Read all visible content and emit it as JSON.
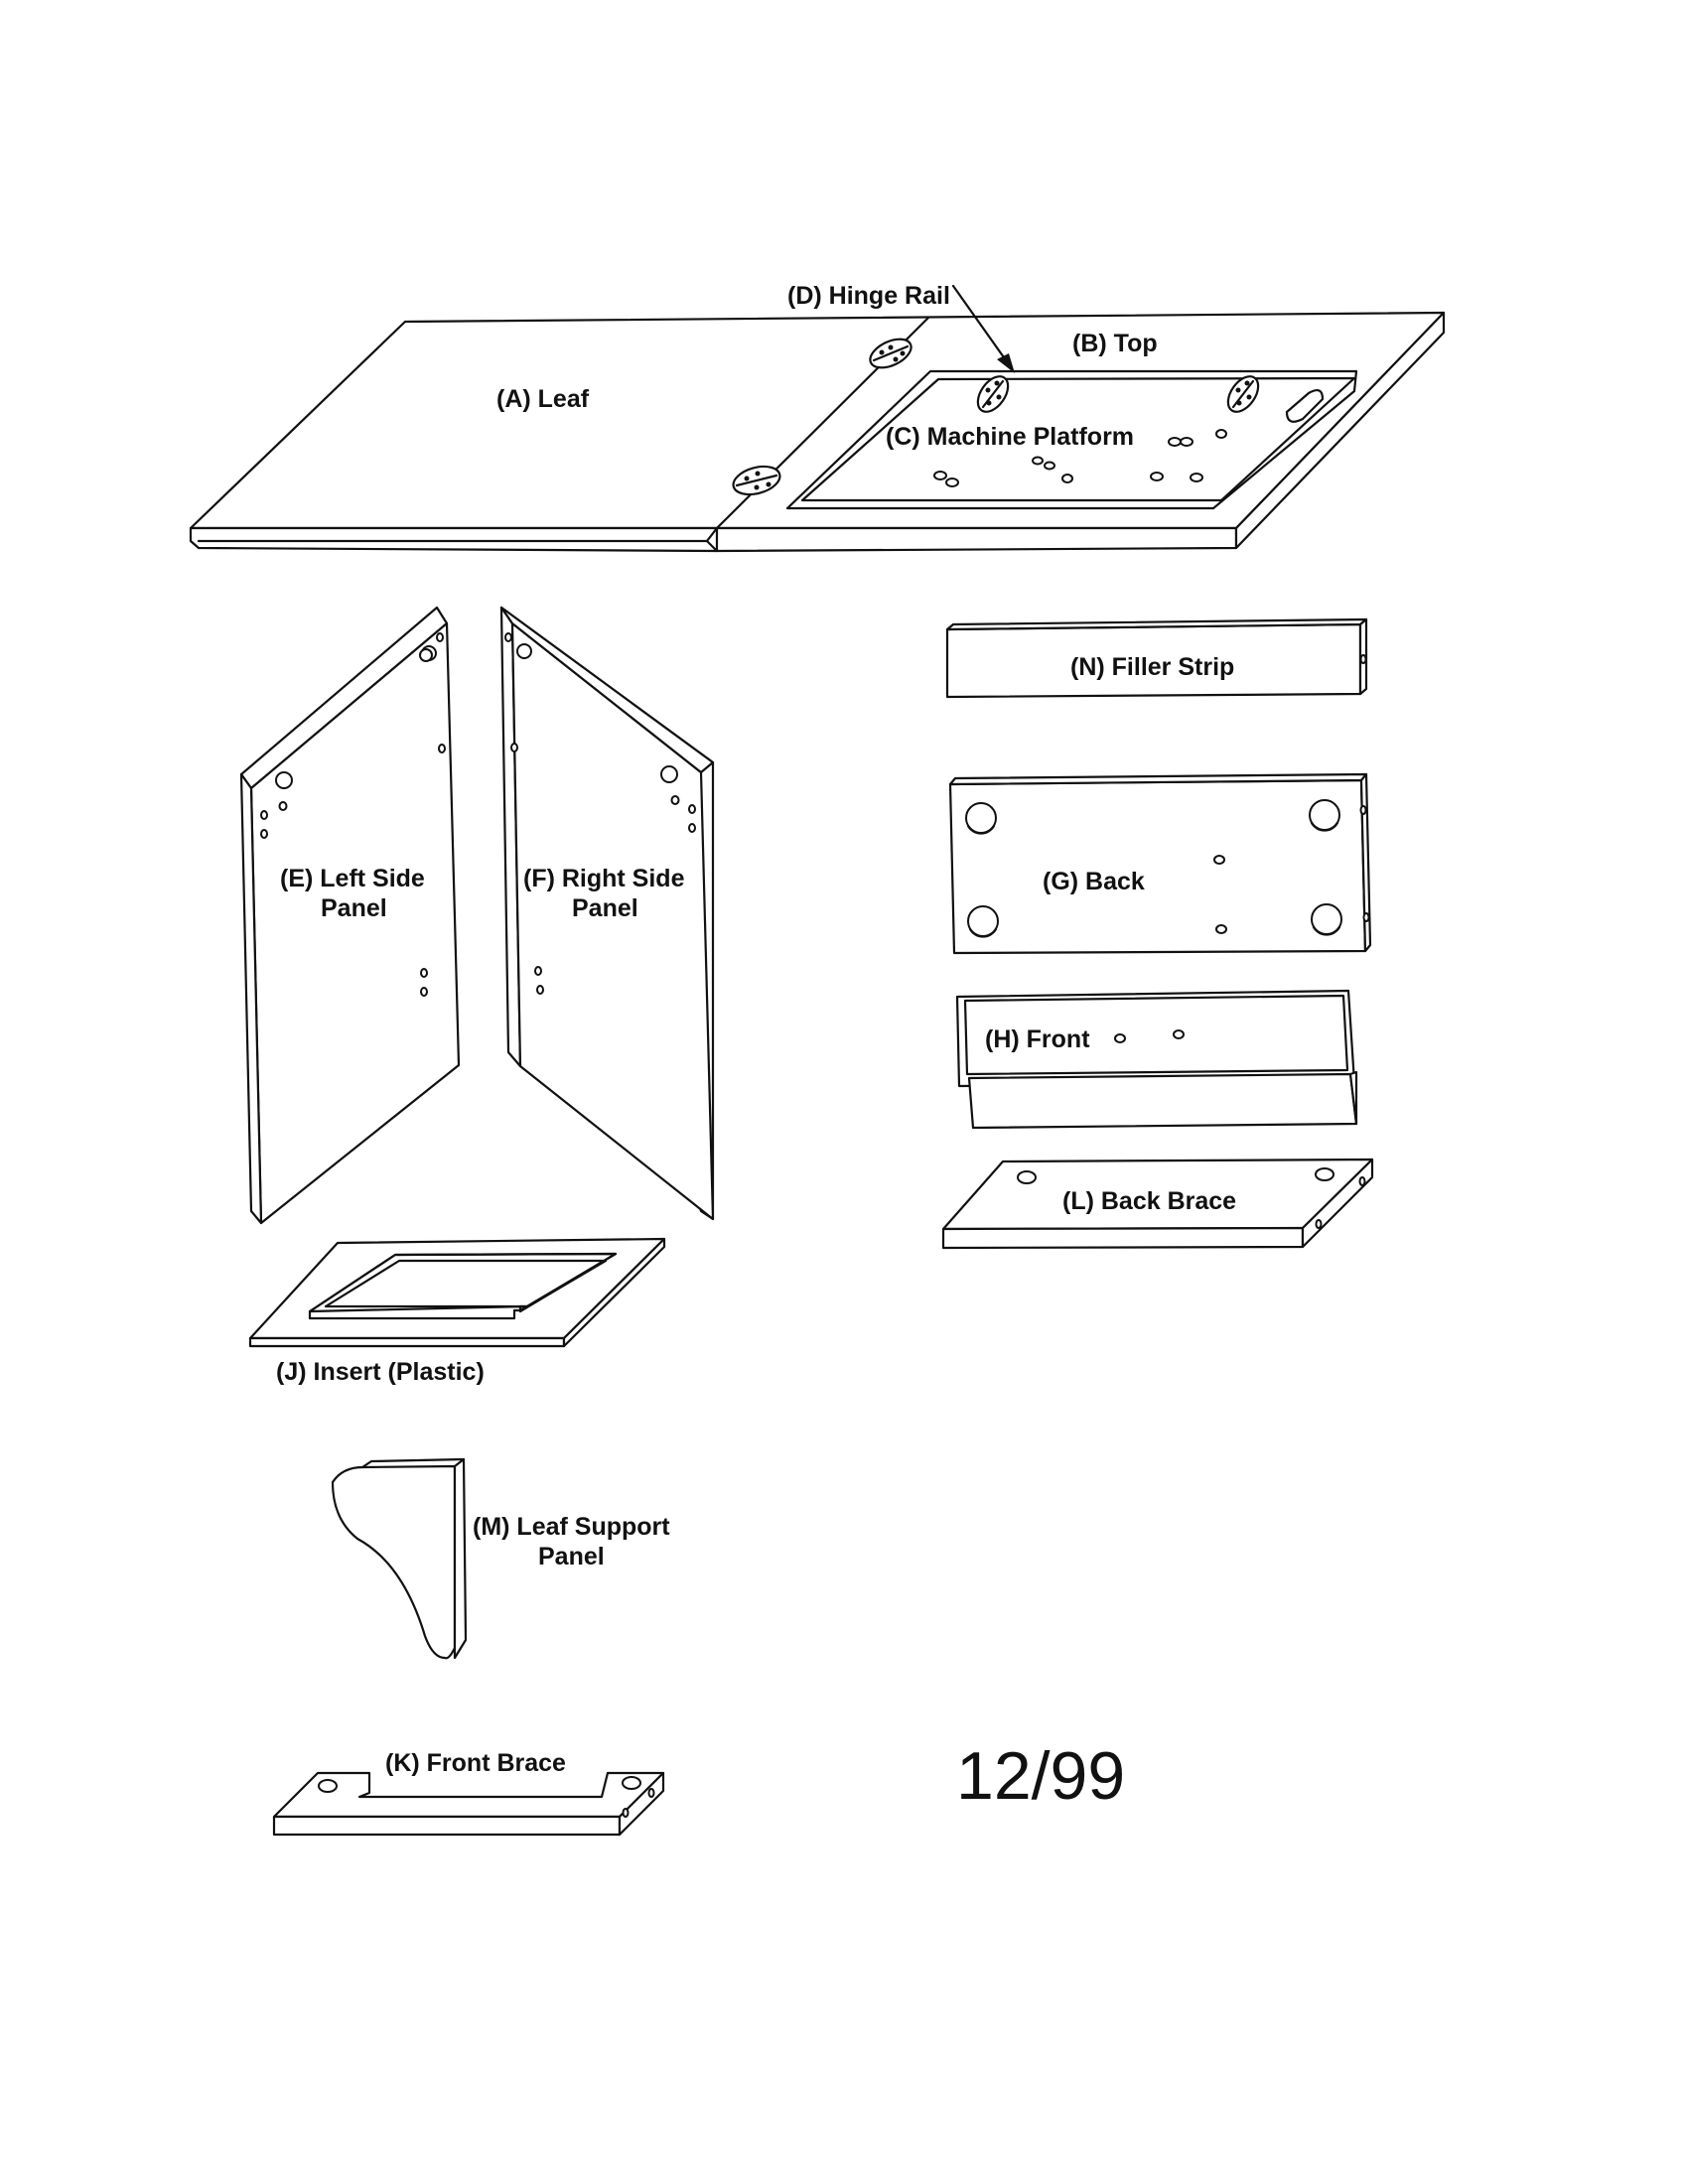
{
  "labels": {
    "leaf": "(A) Leaf",
    "top": "(B) Top",
    "machine_platform": "(C) Machine Platform",
    "hinge_rail": "(D) Hinge Rail",
    "left_side_panel_line1": "(E) Left Side",
    "left_side_panel_line2": "Panel",
    "right_side_panel_line1": "(F) Right Side",
    "right_side_panel_line2": "Panel",
    "back": "(G) Back",
    "front": "(H) Front",
    "insert": "(J) Insert (Plastic)",
    "front_brace": "(K) Front Brace",
    "back_brace": "(L) Back Brace",
    "leaf_support_line1": "(M) Leaf Support",
    "leaf_support_line2": "Panel",
    "filler_strip": "(N) Filler Strip"
  },
  "date_code": "12/99"
}
